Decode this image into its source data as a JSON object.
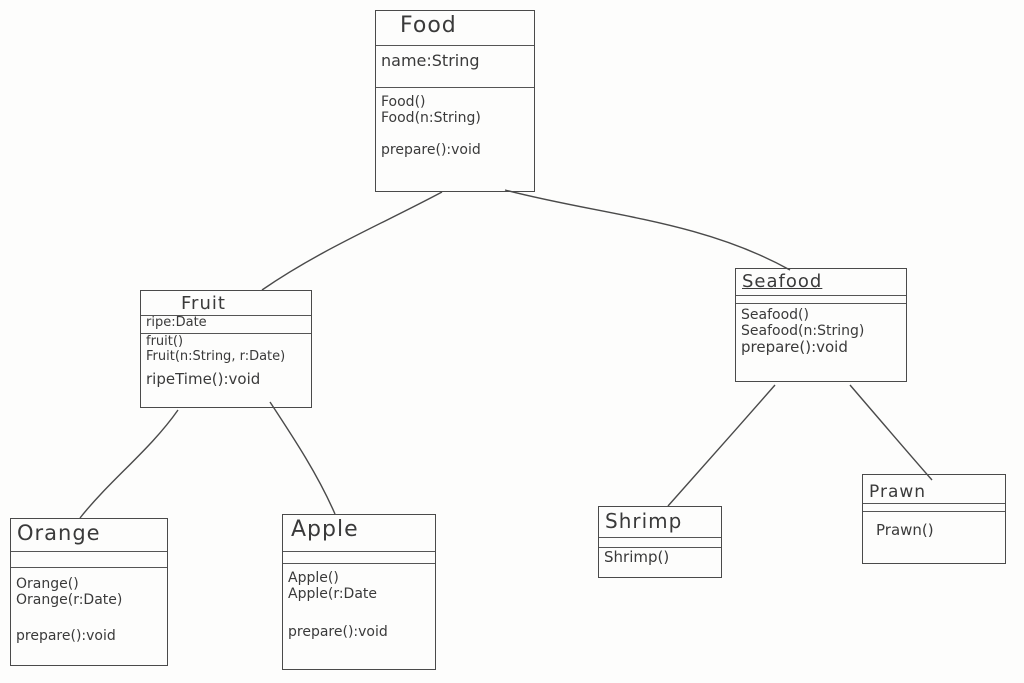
{
  "classes": {
    "food": {
      "name": "Food",
      "attributes": [
        "name:String"
      ],
      "constructors": [
        "Food()",
        "Food(n:String)"
      ],
      "methods": [
        "prepare():void"
      ]
    },
    "fruit": {
      "name": "Fruit",
      "attributes": [
        "ripe:Date"
      ],
      "constructors": [
        "fruit()",
        "Fruit(n:String, r:Date)"
      ],
      "methods": [
        "ripeTime():void"
      ]
    },
    "seafood": {
      "name": "Seafood",
      "attributes": [],
      "constructors": [
        "Seafood()",
        "Seafood(n:String)"
      ],
      "methods": [
        "prepare():void"
      ]
    },
    "orange": {
      "name": "Orange",
      "attributes": [],
      "constructors": [
        "Orange()",
        "Orange(r:Date)"
      ],
      "methods": [
        "prepare():void"
      ]
    },
    "apple": {
      "name": "Apple",
      "attributes": [],
      "constructors": [
        "Apple()",
        "Apple(r:Date"
      ],
      "methods": [
        "prepare():void"
      ]
    },
    "shrimp": {
      "name": "Shrimp",
      "attributes": [],
      "constructors": [
        "Shrimp()"
      ],
      "methods": []
    },
    "prawn": {
      "name": "Prawn",
      "attributes": [],
      "constructors": [
        "Prawn()"
      ],
      "methods": []
    }
  },
  "relations": [
    {
      "from": "food",
      "to": "fruit"
    },
    {
      "from": "food",
      "to": "seafood"
    },
    {
      "from": "fruit",
      "to": "orange"
    },
    {
      "from": "fruit",
      "to": "apple"
    },
    {
      "from": "seafood",
      "to": "shrimp"
    },
    {
      "from": "seafood",
      "to": "prawn"
    }
  ]
}
